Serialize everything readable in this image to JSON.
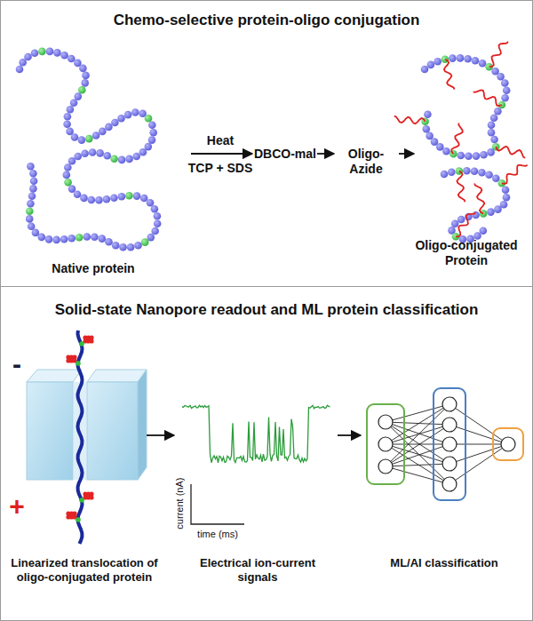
{
  "diagram": {
    "nodes": [
      {
        "text": [
          "Chemo-selective protein-oligo conjugation"
        ]
      },
      {
        "text": [
          "Solid-state Nanopore readout and ML protein classification"
        ]
      }
    ],
    "labels": [
      "Heat",
      "TCP + SDS",
      "DBCO-mal",
      "Oligo-Azide",
      "Native protein",
      "Oligo-conjugated Protein",
      "-",
      "+",
      "current (nA)",
      "time (ms)",
      "Linearized translocation of oligo-conjugated protein",
      "Electrical ion-current signals",
      "ML/AI classification"
    ]
  }
}
